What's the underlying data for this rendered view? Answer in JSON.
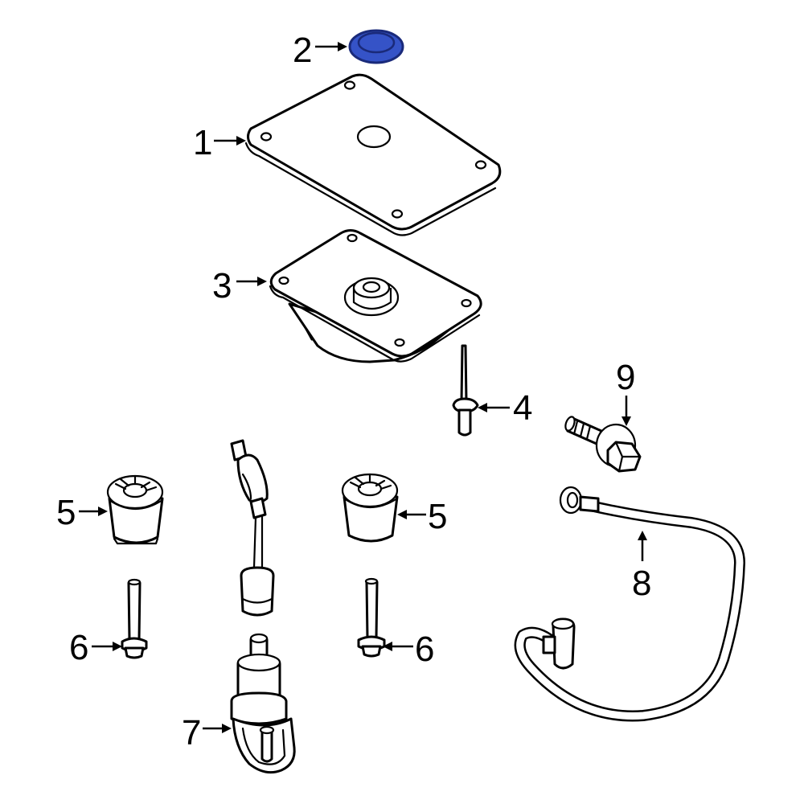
{
  "callouts": {
    "c1": "1",
    "c2": "2",
    "c3": "3",
    "c4": "4",
    "c5_left": "5",
    "c5_right": "5",
    "c6_left": "6",
    "c6_right": "6",
    "c7": "7",
    "c8": "8",
    "c9": "9"
  },
  "colors": {
    "highlight_fill": "#3553c7",
    "highlight_stroke": "#1a2a7a",
    "line": "#000000",
    "background": "#ffffff"
  }
}
